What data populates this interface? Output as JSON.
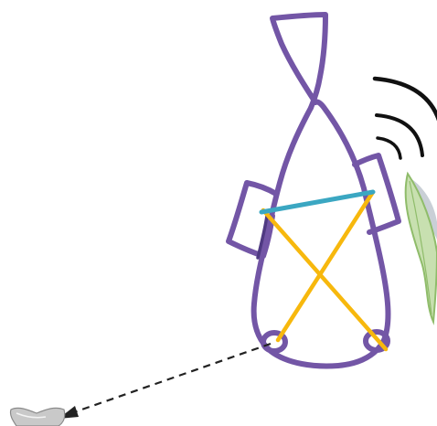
{
  "diagram": {
    "kind": "hand-drawn sketch",
    "colors": {
      "outline": "#7356a6",
      "outline_dark": "#4f3a82",
      "cross_lines": "#f7b80d",
      "bar_line": "#3ba7c2",
      "signal_arcs": "#111111",
      "arrow": "#222222",
      "leaf_fill": "#c8e0b0",
      "leaf_edge": "#8fbc6a",
      "leaf_shadow": "#c9cfd6",
      "object_fill": "#c9c9c9"
    },
    "elements": {
      "body_outline": "purple-outline-figure",
      "crossed_lines": "yellow-x-lines",
      "horizontal_bar": "teal-bar-line",
      "signal": "signal-wave-icon",
      "leaf": "green-leaf-icon",
      "pointer": "dashed-arrow",
      "object": "small-grey-object-icon"
    }
  }
}
